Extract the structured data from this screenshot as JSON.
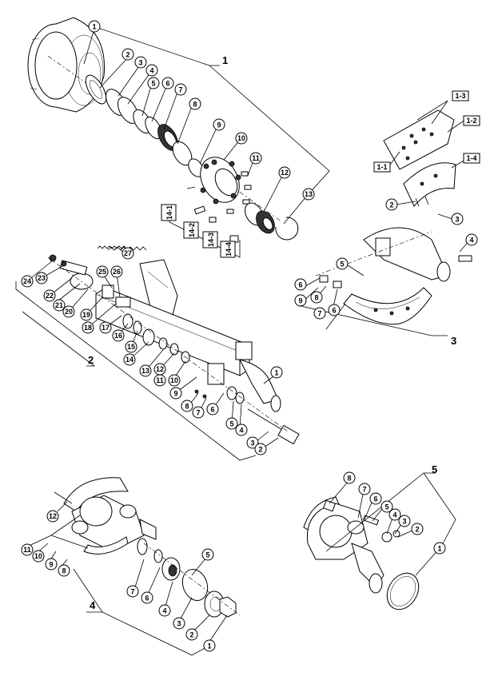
{
  "assemblies": [
    {
      "id": "1",
      "callouts": [
        "1",
        "2",
        "3",
        "4",
        "5",
        "6",
        "7",
        "8",
        "9",
        "10",
        "11",
        "12",
        "13",
        "14-1",
        "14-2",
        "14-3",
        "14-4"
      ]
    },
    {
      "id": "2",
      "callouts": [
        "1",
        "2",
        "3",
        "4",
        "5",
        "6",
        "7",
        "8",
        "9",
        "10",
        "11",
        "12",
        "13",
        "14",
        "15",
        "16",
        "17",
        "18",
        "19",
        "20",
        "21",
        "22",
        "23",
        "24",
        "25",
        "26",
        "27"
      ]
    },
    {
      "id": "3",
      "callouts": [
        "1-1",
        "1-2",
        "1-3",
        "1-4",
        "2",
        "3",
        "4",
        "5",
        "6",
        "7",
        "8",
        "9"
      ]
    },
    {
      "id": "4",
      "callouts": [
        "1",
        "2",
        "3",
        "4",
        "5",
        "6",
        "7",
        "8",
        "9",
        "10",
        "11",
        "12"
      ]
    },
    {
      "id": "5",
      "callouts": [
        "1",
        "2",
        "3",
        "4",
        "5",
        "6",
        "7",
        "8"
      ]
    }
  ]
}
